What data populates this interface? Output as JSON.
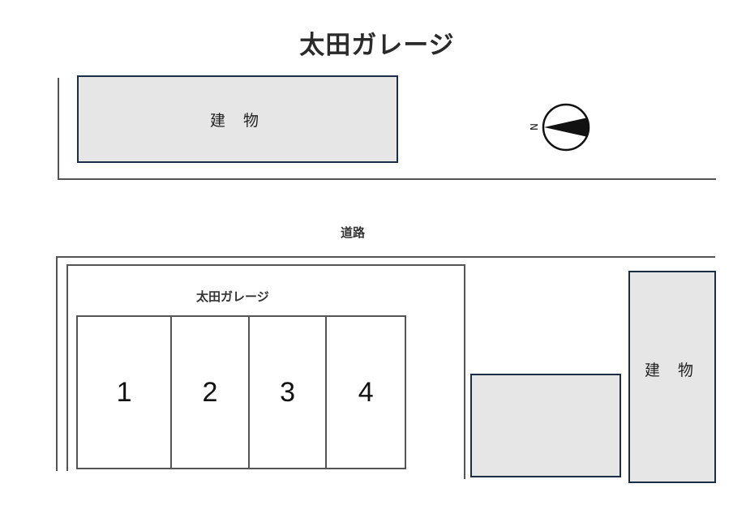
{
  "title": "太田ガレージ",
  "top_building": {
    "label": "建 物"
  },
  "compass": {
    "direction_label": "N",
    "icon": "north-arrow-icon"
  },
  "road": {
    "label": "道路"
  },
  "garage": {
    "label": "太田ガレージ",
    "lots": [
      {
        "number": "1"
      },
      {
        "number": "2"
      },
      {
        "number": "3"
      },
      {
        "number": "4"
      }
    ]
  },
  "right_building": {
    "label": "建 物"
  },
  "colors": {
    "building_fill": "#e6e6e6",
    "building_border": "#1c2e46",
    "line": "#555555"
  }
}
